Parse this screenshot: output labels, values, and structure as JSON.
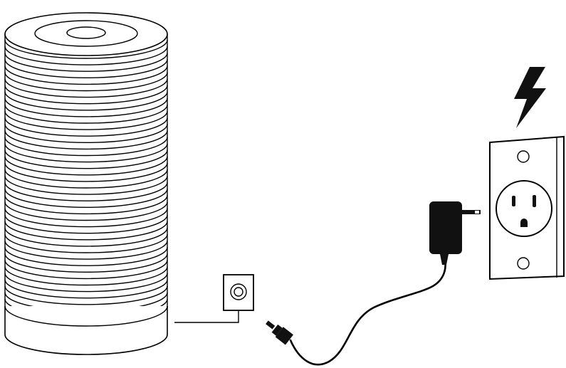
{
  "diagram": {
    "elements": [
      {
        "name": "smart-speaker",
        "shape": "ribbed cylinder"
      },
      {
        "name": "dc-power-jack",
        "shape": "square port"
      },
      {
        "name": "barrel-plug",
        "shape": "plug connector"
      },
      {
        "name": "power-cable",
        "shape": "curved cord"
      },
      {
        "name": "ac-power-adapter",
        "shape": "wall adapter"
      },
      {
        "name": "wall-outlet",
        "shape": "grounded outlet"
      },
      {
        "name": "lightning-bolt-icon",
        "shape": "bolt"
      }
    ],
    "colors": {
      "stroke": "#000000",
      "fill": "#ffffff",
      "adapter": "#111111"
    }
  }
}
